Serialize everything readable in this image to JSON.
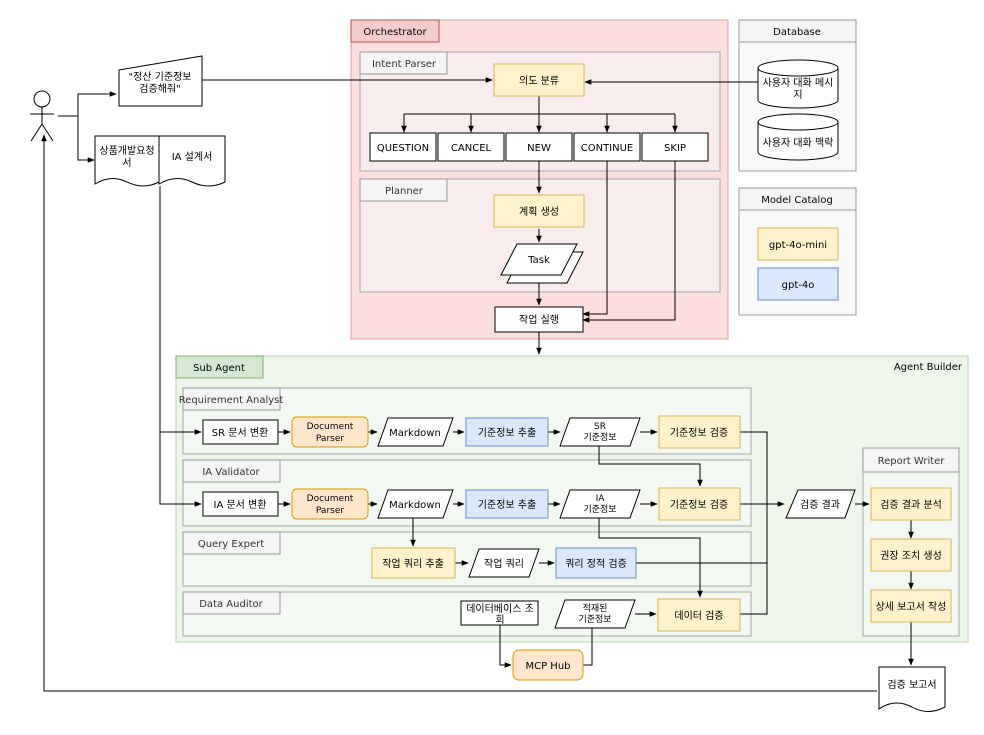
{
  "request_text": [
    "\"정산 기준정보",
    "검증해줘\""
  ],
  "documents": {
    "product": [
      "상품개발요청",
      "서"
    ],
    "ia": "IA 설계서"
  },
  "orchestrator": {
    "title": "Orchestrator",
    "intent_parser": "Intent Parser",
    "intent_classify": "의도 분류",
    "intents": [
      "QUESTION",
      "CANCEL",
      "NEW",
      "CONTINUE",
      "SKIP"
    ],
    "planner": "Planner",
    "plan_create": "계획 생성",
    "task": "Task",
    "execute": "작업 실행"
  },
  "database": {
    "title": "Database",
    "messages": [
      "사용자 대화 메시",
      "지"
    ],
    "context": "사용자 대화 맥락"
  },
  "model_catalog": {
    "title": "Model Catalog",
    "models": [
      "gpt-4o-mini",
      "gpt-4o"
    ]
  },
  "sub_agent": {
    "title": "Sub Agent",
    "builder": "Agent Builder"
  },
  "requirement_analyst": {
    "title": "Requirement Analyst",
    "convert": "SR 문서 변환",
    "parser": [
      "Document",
      "Parser"
    ],
    "markdown": "Markdown",
    "extract": "기준정보 추출",
    "result": [
      "SR",
      "기준정보"
    ],
    "validate": "기준정보 검증"
  },
  "ia_validator": {
    "title": "IA Validator",
    "convert": "IA 문서 변환",
    "parser": [
      "Document",
      "Parser"
    ],
    "markdown": "Markdown",
    "extract": "기준정보 추출",
    "result": [
      "IA",
      "기준정보"
    ],
    "validate": "기준정보 검증"
  },
  "query_expert": {
    "title": "Query Expert",
    "extract": "작업 쿼리 추출",
    "query": "작업 쿼리",
    "validate": "쿼리 정적 검증"
  },
  "data_auditor": {
    "title": "Data Auditor",
    "db_lookup": [
      "데이터베이스 조",
      "회"
    ],
    "loaded": [
      "적재된",
      "기준정보"
    ],
    "validate": "데이터 검증",
    "mcp": "MCP Hub"
  },
  "verify_result": "검증 결과",
  "report_writer": {
    "title": "Report Writer",
    "steps": [
      "검증 결과 분석",
      "권장 조치 생성",
      "상세 보고서 작성"
    ]
  },
  "report": "검증 보고서",
  "colors": {
    "orchestrator_fill": "#fbdede",
    "orchestrator_stroke": "#e3a0a0",
    "orchestrator_label": "#f4cccc",
    "orchestrator_label_stroke": "#b85450",
    "sub_agent_fill": "#eef5ea",
    "sub_agent_stroke": "#b9d6b0",
    "sub_agent_label": "#d5e8d4",
    "sub_agent_label_stroke": "#82b366",
    "yellow_fill": "#fff2cc",
    "yellow_stroke": "#d6b656",
    "orange_fill": "#ffe6cc",
    "orange_stroke": "#d79b00",
    "blue_fill": "#dae8fc",
    "blue_stroke": "#6c8ebf",
    "gray_label": "#f5f5f5",
    "gray_stroke": "#999999"
  }
}
